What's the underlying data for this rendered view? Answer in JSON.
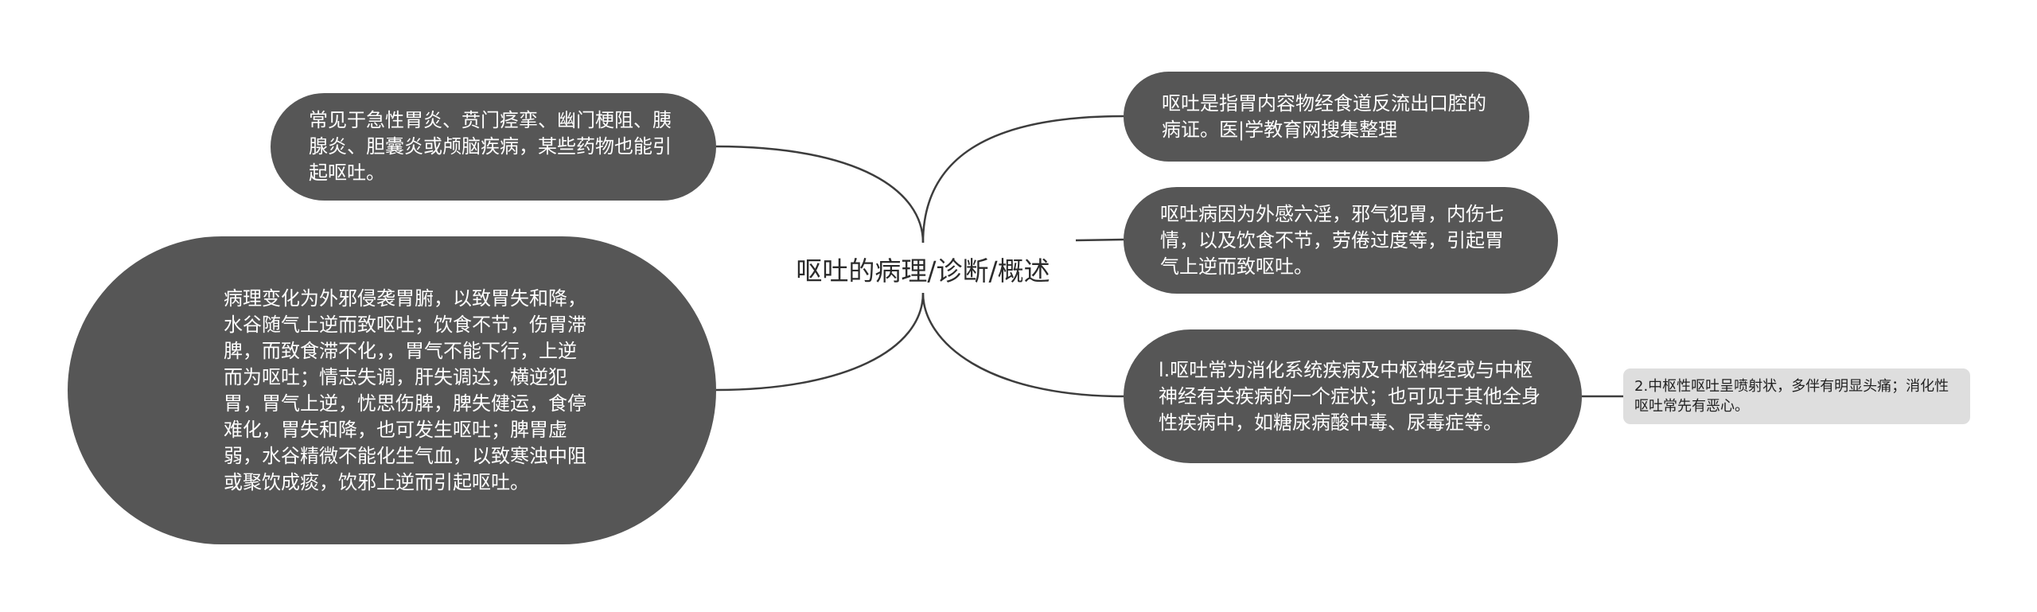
{
  "mindmap": {
    "root": {
      "label": "呕吐的病理/诊断/概述"
    },
    "right_nodes": [
      {
        "text": "呕吐是指胃内容物经食道反流出口腔的病证。医|学教育网搜集整理"
      },
      {
        "text": "呕吐病因为外感六淫，邪气犯胃，内伤七情，以及饮食不节，劳倦过度等，引起胃气上逆而致呕吐。"
      },
      {
        "text": "l.呕吐常为消化系统疾病及中枢神经或与中枢神经有关疾病的一个症状；也可见于其他全身性疾病中，如糖尿病酸中毒、尿毒症等。",
        "child": {
          "text": "2.中枢性呕吐呈喷射状，多伴有明显头痛；消化性呕吐常先有恶心。"
        }
      }
    ],
    "left_nodes": [
      {
        "text": "常见于急性胃炎、贲门痉挛、幽门梗阻、胰腺炎、胆囊炎或颅脑疾病，某些药物也能引起呕吐。"
      },
      {
        "text": "病理变化为外邪侵袭胃腑，以致胃失和降，水谷随气上逆而致呕吐；饮食不节，伤胃滞脾，而致食滞不化，，胃气不能下行，上逆而为呕吐；情志失调，肝失调达，横逆犯胃，胃气上逆，忧思伤脾，脾失健运，食停难化，胃失和降，也可发生呕吐；脾胃虚弱，水谷精微不能化生气血，以致寒浊中阻或聚饮成痰，饮邪上逆而引起呕吐。"
      }
    ]
  },
  "colors": {
    "node_fill": "#565656",
    "node_text": "#ffffff",
    "leaf_fill": "#dedede",
    "leaf_text": "#222222",
    "connector": "#3d3d3d",
    "root_text": "#2b2b2b"
  }
}
